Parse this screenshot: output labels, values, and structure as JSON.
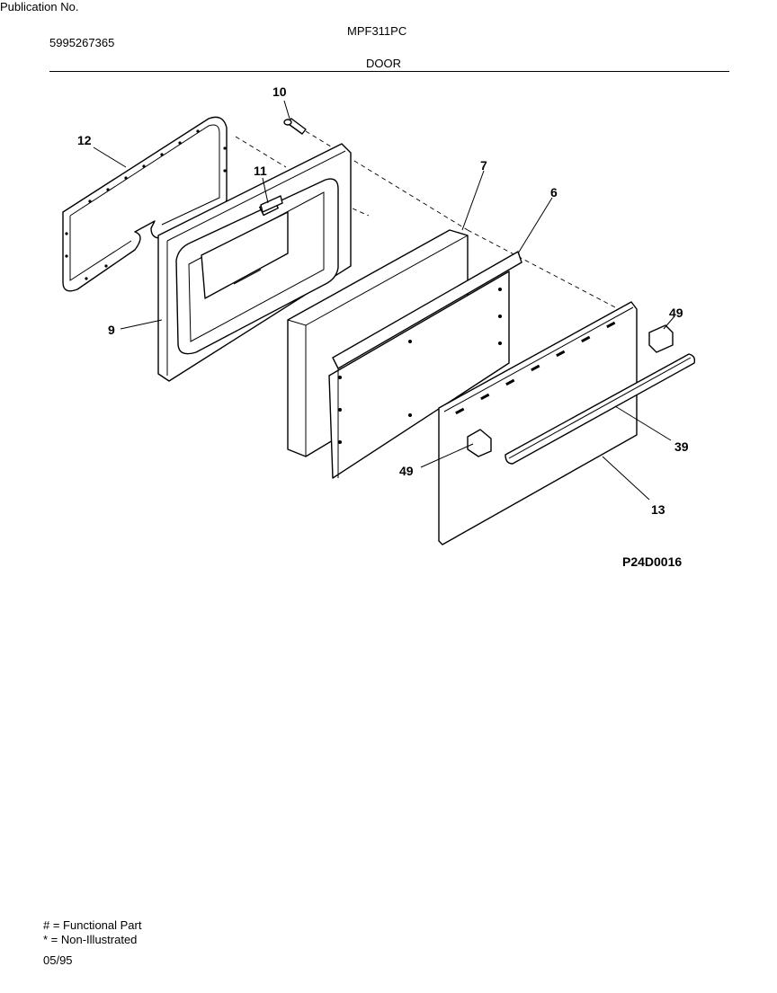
{
  "header": {
    "publication_label": "Publication No.",
    "publication_number": "5995267365",
    "model": "MPF311PC",
    "section": "DOOR"
  },
  "callouts": {
    "c10": "10",
    "c12": "12",
    "c11": "11",
    "c7": "7",
    "c6": "6",
    "c9": "9",
    "c49_top": "49",
    "c39": "39",
    "c49_bottom": "49",
    "c13": "13"
  },
  "diagram_code": "P24D0016",
  "legend": {
    "functional": "# = Functional Part",
    "non_illustrated": "* = Non-Illustrated"
  },
  "date": "05/95"
}
